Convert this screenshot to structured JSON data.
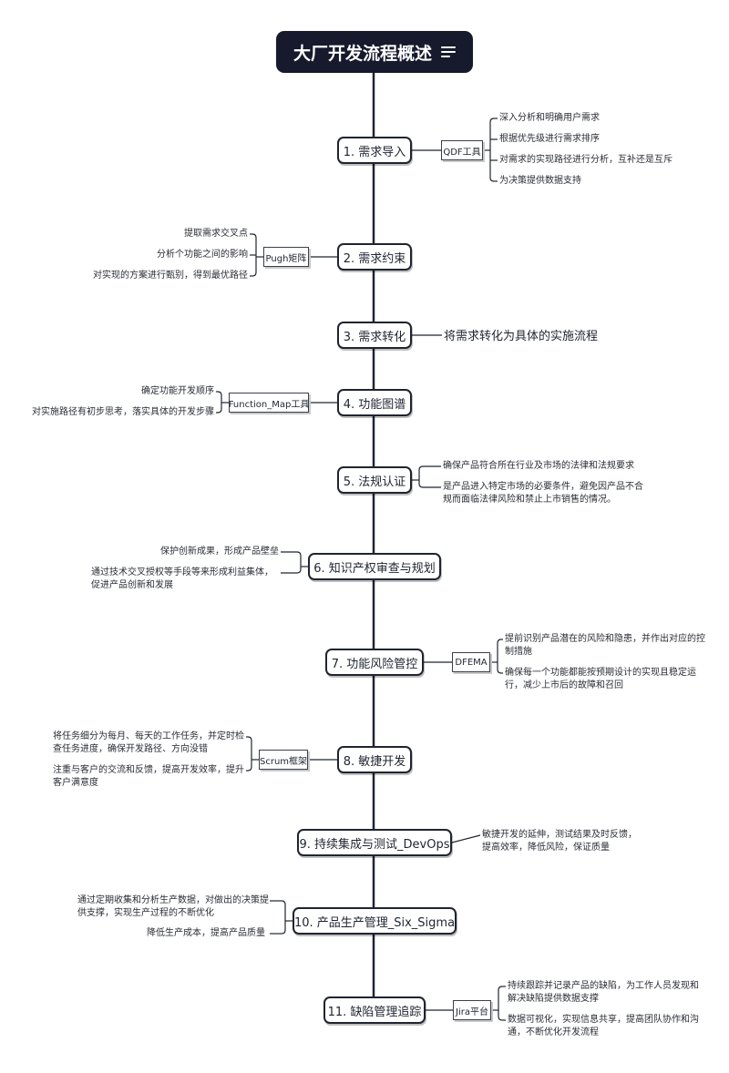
{
  "title": "大厂开发流程概述",
  "steps": [
    {
      "label": "1. 需求导入",
      "tool": "QDF工具",
      "leaves": [
        "深入分析和明确用户需求",
        "根据优先级进行需求排序",
        "对需求的实现路径进行分析，互补还是互斥",
        "为决策提供数据支持"
      ]
    },
    {
      "label": "2. 需求约束",
      "tool": "Pugh矩阵",
      "leaves": [
        "提取需求交叉点",
        "分析个功能之间的影响",
        "对实现的方案进行甄别，得到最优路径"
      ]
    },
    {
      "label": "3. 需求转化",
      "leaves": [
        "将需求转化为具体的实施流程"
      ]
    },
    {
      "label": "4. 功能图谱",
      "tool": "Function_Map工具",
      "leaves": [
        "确定功能开发顺序",
        "对实施路径有初步思考，落实具体的开发步骤"
      ]
    },
    {
      "label": "5. 法规认证",
      "leaves": [
        "确保产品符合所在行业及市场的法律和法规要求",
        "是产品进入特定市场的必要条件，避免因产品不合规而面临法律风险和禁止上市销售的情况。"
      ]
    },
    {
      "label": "6. 知识产权审查与规划",
      "leaves": [
        "保护创新成果，形成产品壁垒",
        "通过技术交叉授权等手段等来形成利益集体，促进产品创新和发展"
      ]
    },
    {
      "label": "7. 功能风险管控",
      "tool": "DFEMA",
      "leaves": [
        "提前识别产品潜在的风险和隐患，并作出对应的控制措施",
        "确保每一个功能都能按预期设计的实现且稳定运行，减少上市后的故障和召回"
      ]
    },
    {
      "label": "8. 敏捷开发",
      "tool": "Scrum框架",
      "leaves": [
        "将任务细分为每月、每天的工作任务，并定时检查任务进度，确保开发路径、方向没错",
        "注重与客户的交流和反馈，提高开发效率，提升客户满意度"
      ]
    },
    {
      "label": "9. 持续集成与测试_DevOps",
      "leaves": [
        "敏捷开发的延伸，测试结果及时反馈，提高效率，降低风险，保证质量"
      ]
    },
    {
      "label": "10. 产品生产管理_Six_Sigma",
      "leaves": [
        "通过定期收集和分析生产数据，对做出的决策提供支撑，实现生产过程的不断优化",
        "降低生产成本，提高产品质量"
      ]
    },
    {
      "label": "11. 缺陷管理追踪",
      "tool": "Jira平台",
      "leaves": [
        "持续跟踪并记录产品的缺陷，为工作人员发现和解决缺陷提供数据支撑",
        "数据可视化，实现信息共享，提高团队协作和沟通，不断优化开发流程"
      ]
    }
  ]
}
